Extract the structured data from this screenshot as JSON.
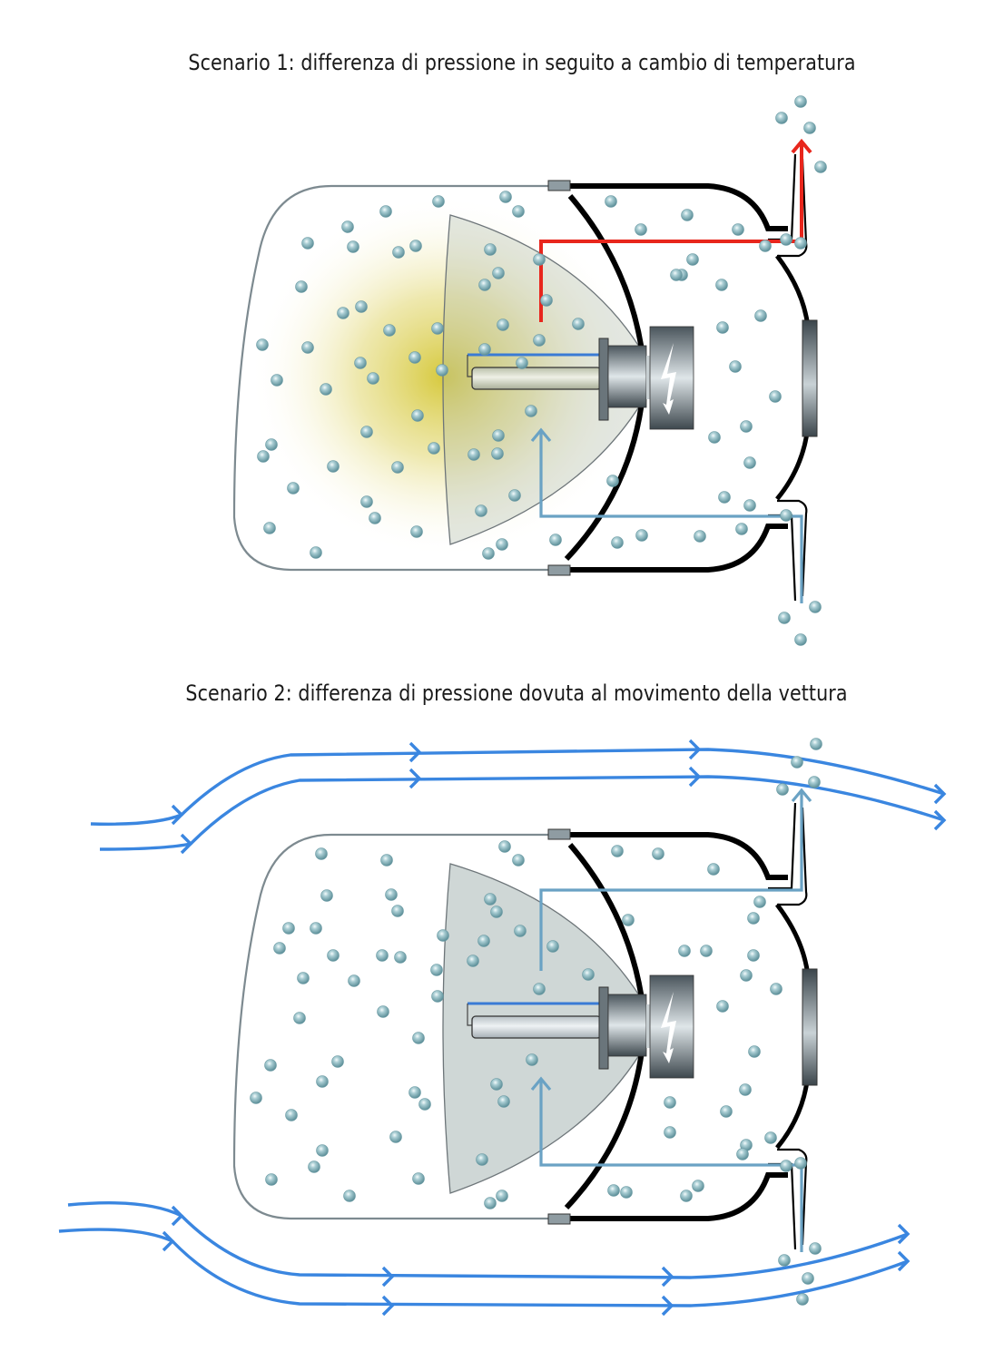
{
  "scenarios": [
    {
      "id": "scenario-1",
      "title": "Scenario 1: differenza di pressione in seguito a cambio di temperatura",
      "cause": "temperature-change",
      "outflow_arrow_color": "#e8261c",
      "inflow_arrow_color": "#6aa2c4",
      "lamp_glow_color": "#d9cc3a",
      "external_airflow": false
    },
    {
      "id": "scenario-2",
      "title": "Scenario 2: differenza di pressione dovuta al movimento della vettura",
      "cause": "vehicle-movement",
      "outflow_arrow_color": "#6aa2c4",
      "inflow_arrow_color": "#6aa2c4",
      "lamp_glow_color": null,
      "external_airflow": true,
      "airflow_color": "#3a86e0"
    }
  ],
  "components": {
    "headlamp_housing": "headlamp-housing",
    "reflector": "reflector",
    "bulb": "xenon-bulb",
    "igniter_symbol": "high-voltage-icon",
    "vent_top": "pressure-vent-top",
    "vent_bottom": "pressure-vent-bottom",
    "rear_cap": "rear-cover-cap",
    "air_particles": "air-particle"
  },
  "colors": {
    "housing_outline": "#7d8a90",
    "back_shell": "#000000",
    "reflector_fill": "#cfd7d6",
    "particle": "#8fb5bd",
    "bulb_lead": "#3a7bd5"
  }
}
